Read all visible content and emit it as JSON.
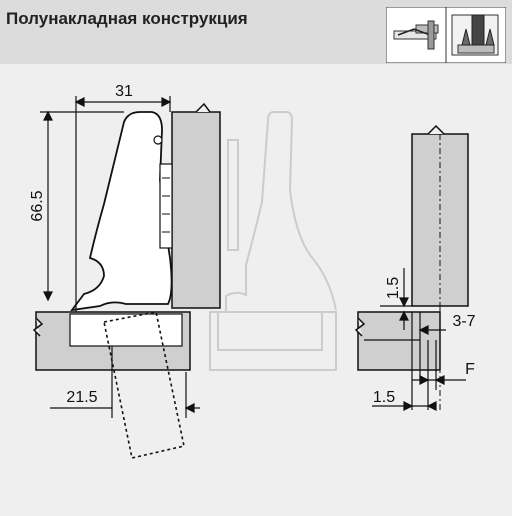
{
  "title": "Полунакладная конструкция",
  "icons": {
    "mounting_type": "half-overlay-hinge-icon",
    "section_view": "hinge-section-icon"
  },
  "colors": {
    "header_bg": "#dcdcdc",
    "panel_bg": "#efefef",
    "wood": "#cfcfcf",
    "hinge": "#ffffff",
    "ghost": "#cccccc",
    "line": "#111111"
  },
  "dimensions": {
    "width_label": "31",
    "height_label": "66.5",
    "offset_label": "21.5",
    "side_gap_label": "1.5",
    "overlay_label": "3-7",
    "f_label": "F",
    "bottom_gap_label": "1.5"
  }
}
